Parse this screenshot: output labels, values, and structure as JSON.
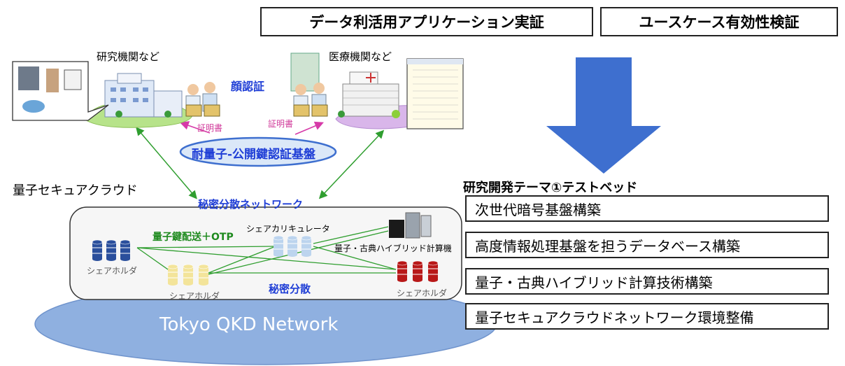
{
  "top_boxes": {
    "app_demo": "データ利活用アプリケーション実証",
    "usecase": "ユースケース有効性検証"
  },
  "sites": {
    "research": "研究機関など",
    "medical": "医療機関など"
  },
  "labels": {
    "face_auth": "顔認証",
    "cert_left": "証明書",
    "cert_right": "証明書",
    "pqc_pki": "耐量子-公開鍵認証基盤",
    "quantum_cloud": "量子セキュアクラウド",
    "secret_network": "秘密分散ネットワーク",
    "qkd_otp": "量子鍵配送＋OTP",
    "share_calculator": "シェアカリキュレータ",
    "hybrid_computer": "量子・古典ハイブリッド計算機",
    "share_holder_left": "シェアホルダ",
    "share_holder_bottom": "シェアホルダ",
    "share_holder_right": "シェアホルダ",
    "secret_sharing": "秘密分散",
    "tokyo_qkd": "Tokyo QKD Network"
  },
  "testbed": {
    "title": "研究開発テーマ①テストベッド",
    "items": [
      "次世代暗号基盤構築",
      "高度情報処理基盤を担うデータベース構築",
      "量子・古典ハイブリッド計算技術構築",
      "量子セキュアクラウドネットワーク環境整備"
    ]
  },
  "colors": {
    "arrow_blue": "#3e6fcf",
    "green_line": "#2f9e2f",
    "pink_arrow": "#d63aa8",
    "ellipse_blue": "#8fb0e0",
    "db_blue": "#2a4f9c",
    "db_lightblue": "#bcd4ee",
    "db_yellow": "#f3e49a",
    "db_red": "#b81818"
  }
}
